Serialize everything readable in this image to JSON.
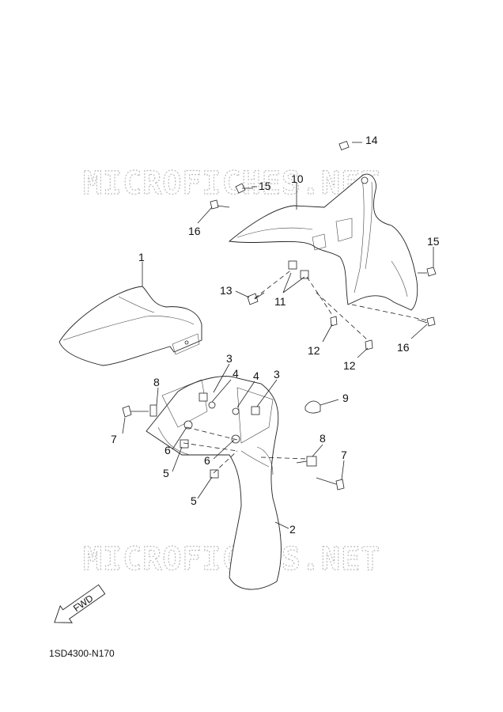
{
  "watermark": "MICROFICHES.NET",
  "fwd_label": "FWD",
  "diagram_code": "1SD4300-N170",
  "callouts": {
    "c1": "1",
    "c2": "2",
    "c3a": "3",
    "c3b": "3",
    "c4a": "4",
    "c4b": "4",
    "c5a": "5",
    "c5b": "5",
    "c6a": "6",
    "c6b": "6",
    "c7a": "7",
    "c7b": "7",
    "c8a": "8",
    "c8b": "8",
    "c9": "9",
    "c10": "10",
    "c11": "11",
    "c12a": "12",
    "c12b": "12",
    "c13": "13",
    "c14": "14",
    "c15a": "15",
    "c15b": "15",
    "c16a": "16",
    "c16b": "16"
  }
}
